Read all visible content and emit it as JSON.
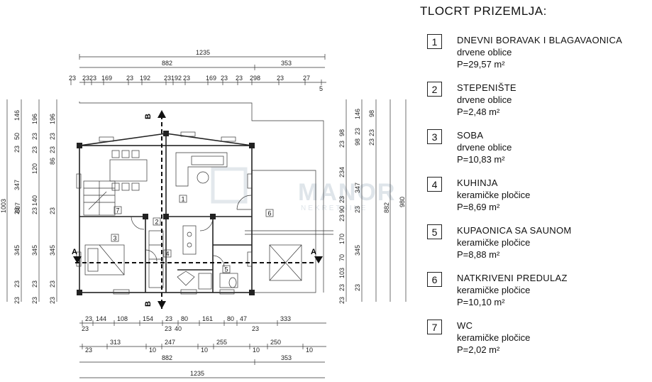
{
  "title": "TLOCRT PRIZEMLJA:",
  "rooms": [
    {
      "num": "1",
      "name": "DNEVNI BORAVAK I BLAGAVAONICA",
      "finish": "drvene oblice",
      "area": "P=29,57 m²"
    },
    {
      "num": "2",
      "name": "STEPENIŠTE",
      "finish": "drvene oblice",
      "area": "P=2,48 m²"
    },
    {
      "num": "3",
      "name": "SOBA",
      "finish": "drvene oblice",
      "area": "P=10,83 m²"
    },
    {
      "num": "4",
      "name": "KUHINJA",
      "finish": "keramičke pločice",
      "area": "P=8,69 m²"
    },
    {
      "num": "5",
      "name": "KUPAONICA SA SAUNOM",
      "finish": "keramičke pločice",
      "area": "P=8,88 m²"
    },
    {
      "num": "6",
      "name": "NATKRIVENI PREDULAZ",
      "finish": "keramičke pločice",
      "area": "P=10,10 m²"
    },
    {
      "num": "7",
      "name": "WC",
      "finish": "keramičke pločice",
      "area": "P=2,02 m²"
    }
  ],
  "section_marks": {
    "b": "B",
    "a": "A"
  },
  "watermark": {
    "main": "MANOR",
    "sub": "NEKRETNINE"
  },
  "dims": {
    "top_total": "1235",
    "top_882": "882",
    "top_353": "353",
    "top_chain": [
      "23",
      "23",
      "23",
      "169",
      "23",
      "192",
      "23",
      "192",
      "23",
      "169",
      "23",
      "23",
      "298",
      "23",
      "27",
      "5"
    ],
    "bottom_row1": [
      "23",
      "144",
      "108",
      "154",
      "23",
      "80",
      "161",
      "80",
      "47",
      "333"
    ],
    "bottom_row1b": [
      "23",
      "23",
      "40",
      "23"
    ],
    "bottom_row2": [
      "23",
      "313",
      "10",
      "247",
      "10",
      "255",
      "10",
      "250",
      "10"
    ],
    "bottom_882": "882",
    "bottom_353": "353",
    "bottom_total": "1235",
    "left_outer": [
      "1003",
      "807"
    ],
    "left_chain1": [
      "146",
      "50",
      "23",
      "347",
      "23",
      "345",
      "23",
      "23"
    ],
    "left_chain2": [
      "196",
      "23",
      "23",
      "120",
      "23",
      "140",
      "23",
      "345",
      "23",
      "23"
    ],
    "left_chain3": [
      "196",
      "23",
      "23",
      "86",
      "23",
      "345",
      "23",
      "23"
    ],
    "right_chain1": [
      "23",
      "98",
      "234",
      "23",
      "90",
      "23",
      "170",
      "70",
      "103",
      "23",
      "23"
    ],
    "right_chain2": [
      "146",
      "23",
      "98",
      "347",
      "23",
      "345",
      "23"
    ],
    "right_chain3": [
      "98",
      "23",
      "23",
      "882"
    ],
    "right_outer": [
      "980"
    ]
  }
}
